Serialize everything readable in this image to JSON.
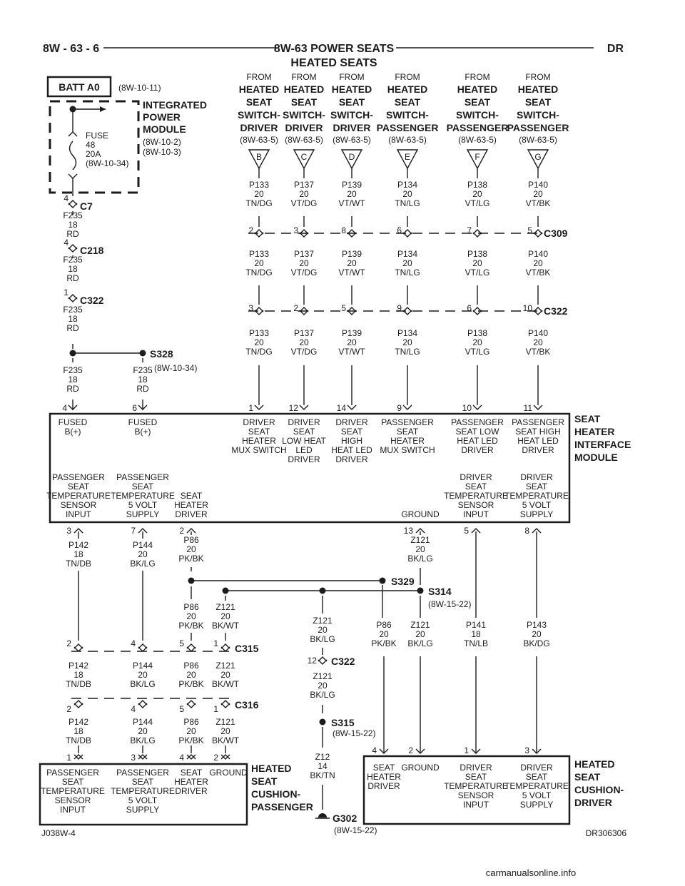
{
  "header": {
    "left": "8W - 63 - 6",
    "center": "8W-63 POWER SEATS",
    "right": "DR",
    "subtitle": "HEATED SEATS"
  },
  "footer": {
    "left": "J038W-4",
    "right": "DR306306",
    "watermark": "carmanualsonline.info"
  },
  "battery": {
    "label": "BATT A0",
    "ref": "(8W-10-11)"
  },
  "ipm": {
    "title": [
      "INTEGRATED",
      "POWER",
      "MODULE"
    ],
    "refs": [
      "(8W-10-2)",
      "(8W-10-3)"
    ],
    "fuse": [
      "FUSE",
      "48",
      "20A",
      "(8W-10-34)"
    ]
  },
  "feed": [
    {
      "pin": "4",
      "conn": "C7",
      "wire": [
        "F235",
        "18",
        "RD"
      ]
    },
    {
      "pin": "4",
      "conn": "C218",
      "wire": [
        "F235",
        "18",
        "RD"
      ]
    },
    {
      "pin": "1",
      "conn": "C322",
      "wire": [
        "F235",
        "18",
        "RD"
      ]
    }
  ],
  "splice_s328": {
    "name": "S328",
    "ref": "(8W-10-34)",
    "left": [
      "F235",
      "18",
      "RD"
    ],
    "right": [
      "F235",
      "18",
      "RD"
    ]
  },
  "sources": [
    {
      "lines": [
        "FROM",
        "HEATED",
        "SEAT",
        "SWITCH-",
        "DRIVER"
      ],
      "ref": "(8W-63-5)",
      "letter": "B",
      "w1": [
        "P133",
        "20",
        "TN/DG"
      ],
      "c309": "2",
      "w2": [
        "P133",
        "20",
        "TN/DG"
      ],
      "c322": "3",
      "w3": [
        "P133",
        "20",
        "TN/DG"
      ],
      "mod": "1"
    },
    {
      "lines": [
        "FROM",
        "HEATED",
        "SEAT",
        "SWITCH-",
        "DRIVER"
      ],
      "ref": "(8W-63-5)",
      "letter": "C",
      "w1": [
        "P137",
        "20",
        "VT/DG"
      ],
      "c309": "3",
      "w2": [
        "P137",
        "20",
        "VT/DG"
      ],
      "c322": "2",
      "w3": [
        "P137",
        "20",
        "VT/DG"
      ],
      "mod": "12"
    },
    {
      "lines": [
        "FROM",
        "HEATED",
        "SEAT",
        "SWITCH-",
        "DRIVER"
      ],
      "ref": "(8W-63-5)",
      "letter": "D",
      "w1": [
        "P139",
        "20",
        "VT/WT"
      ],
      "c309": "8",
      "w2": [
        "P139",
        "20",
        "VT/WT"
      ],
      "c322": "5",
      "w3": [
        "P139",
        "20",
        "VT/WT"
      ],
      "mod": "14"
    },
    {
      "lines": [
        "FROM",
        "HEATED",
        "SEAT",
        "SWITCH-",
        "PASSENGER"
      ],
      "ref": "(8W-63-5)",
      "letter": "E",
      "w1": [
        "P134",
        "20",
        "TN/LG"
      ],
      "c309": "6",
      "w2": [
        "P134",
        "20",
        "TN/LG"
      ],
      "c322": "9",
      "w3": [
        "P134",
        "20",
        "TN/LG"
      ],
      "mod": "9"
    },
    {
      "lines": [
        "FROM",
        "HEATED",
        "SEAT",
        "SWITCH-",
        "PASSENGER"
      ],
      "ref": "(8W-63-5)",
      "letter": "F",
      "w1": [
        "P138",
        "20",
        "VT/LG"
      ],
      "c309": "7",
      "w2": [
        "P138",
        "20",
        "VT/LG"
      ],
      "c322": "6",
      "w3": [
        "P138",
        "20",
        "VT/LG"
      ],
      "mod": "10"
    },
    {
      "lines": [
        "FROM",
        "HEATED",
        "SEAT",
        "SWITCH-",
        "PASSENGER"
      ],
      "ref": "(8W-63-5)",
      "letter": "G",
      "w1": [
        "P140",
        "20",
        "VT/BK"
      ],
      "c309": "5",
      "w2": [
        "P140",
        "20",
        "VT/BK"
      ],
      "c322": "10",
      "w3": [
        "P140",
        "20",
        "VT/BK"
      ],
      "mod": "11"
    }
  ],
  "conn_labels": {
    "c309": "C309",
    "c322": "C322",
    "c315": "C315",
    "c316": "C316",
    "c322b": "C322"
  },
  "module": {
    "title": [
      "SEAT",
      "HEATER",
      "INTERFACE",
      "MODULE"
    ],
    "top_pins": [
      "4",
      "6"
    ],
    "top_funcs": [
      [
        "FUSED",
        "B(+)"
      ],
      [
        "FUSED",
        "B(+)"
      ],
      [
        "DRIVER",
        "SEAT",
        "HEATER",
        "MUX SWITCH"
      ],
      [
        "DRIVER",
        "SEAT",
        "LOW HEAT",
        "LED",
        "DRIVER"
      ],
      [
        "DRIVER",
        "SEAT",
        "HIGH",
        "HEAT LED",
        "DRIVER"
      ],
      [
        "PASSENGER",
        "SEAT",
        "HEATER",
        "MUX SWITCH"
      ],
      [
        "PASSENGER",
        "SEAT LOW",
        "HEAT LED",
        "DRIVER"
      ],
      [
        "PASSENGER",
        "SEAT HIGH",
        "HEAT LED",
        "DRIVER"
      ]
    ],
    "bot_funcs": [
      [
        "PASSENGER",
        "SEAT",
        "TEMPERATURE",
        "SENSOR",
        "INPUT"
      ],
      [
        "PASSENGER",
        "SEAT",
        "TEMPERATURE",
        "5 VOLT",
        "SUPPLY"
      ],
      [
        "SEAT",
        "HEATER",
        "DRIVER"
      ],
      [
        "GROUND"
      ],
      [
        "DRIVER",
        "SEAT",
        "TEMPERATURE",
        "SENSOR",
        "INPUT"
      ],
      [
        "DRIVER",
        "SEAT",
        "TEMPERATURE",
        "5 VOLT",
        "SUPPLY"
      ]
    ],
    "bot_pins": [
      "3",
      "7",
      "2",
      "13",
      "5",
      "8"
    ]
  },
  "lower": {
    "w_p142": [
      "P142",
      "18",
      "TN/DB"
    ],
    "w_p144": [
      "P144",
      "20",
      "BK/LG"
    ],
    "w_p86": [
      "P86",
      "20",
      "PK/BK"
    ],
    "w_z121": [
      "Z121",
      "20",
      "BK/LG"
    ],
    "w_z121wt": [
      "Z121",
      "20",
      "BK/WT"
    ],
    "w_p141": [
      "P141",
      "18",
      "TN/LB"
    ],
    "w_p143": [
      "P143",
      "20",
      "BK/DG"
    ],
    "w_z12": [
      "Z12",
      "14",
      "BK/TN"
    ],
    "c315_pins": [
      "2",
      "4",
      "5",
      "1"
    ],
    "c316_pins": [
      "2",
      "4",
      "5",
      "1"
    ],
    "c322_pin": "12",
    "s329": "S329",
    "s314": "S314",
    "s314_ref": "(8W-15-22)",
    "s315": "S315",
    "s315_ref": "(8W-15-22)",
    "g302": "G302",
    "g302_ref": "(8W-15-22)"
  },
  "cushion_pass": {
    "title": [
      "HEATED",
      "SEAT",
      "CUSHION-",
      "PASSENGER"
    ],
    "pins": [
      "1",
      "3",
      "4",
      "2"
    ],
    "funcs": [
      [
        "PASSENGER",
        "SEAT",
        "TEMPERATURE",
        "SENSOR",
        "INPUT"
      ],
      [
        "PASSENGER",
        "SEAT",
        "TEMPERATURE",
        "5 VOLT",
        "SUPPLY"
      ],
      [
        "SEAT",
        "HEATER",
        "DRIVER"
      ],
      [
        "GROUND"
      ]
    ]
  },
  "cushion_drv": {
    "title": [
      "HEATED",
      "SEAT",
      "CUSHION-",
      "DRIVER"
    ],
    "pins": [
      "4",
      "2",
      "1",
      "3"
    ],
    "funcs": [
      [
        "SEAT",
        "HEATER",
        "DRIVER"
      ],
      [
        "GROUND"
      ],
      [
        "DRIVER",
        "SEAT",
        "TEMPERATURE",
        "SENSOR",
        "INPUT"
      ],
      [
        "DRIVER",
        "SEAT",
        "TEMPERATURE",
        "5 VOLT",
        "SUPPLY"
      ]
    ]
  }
}
